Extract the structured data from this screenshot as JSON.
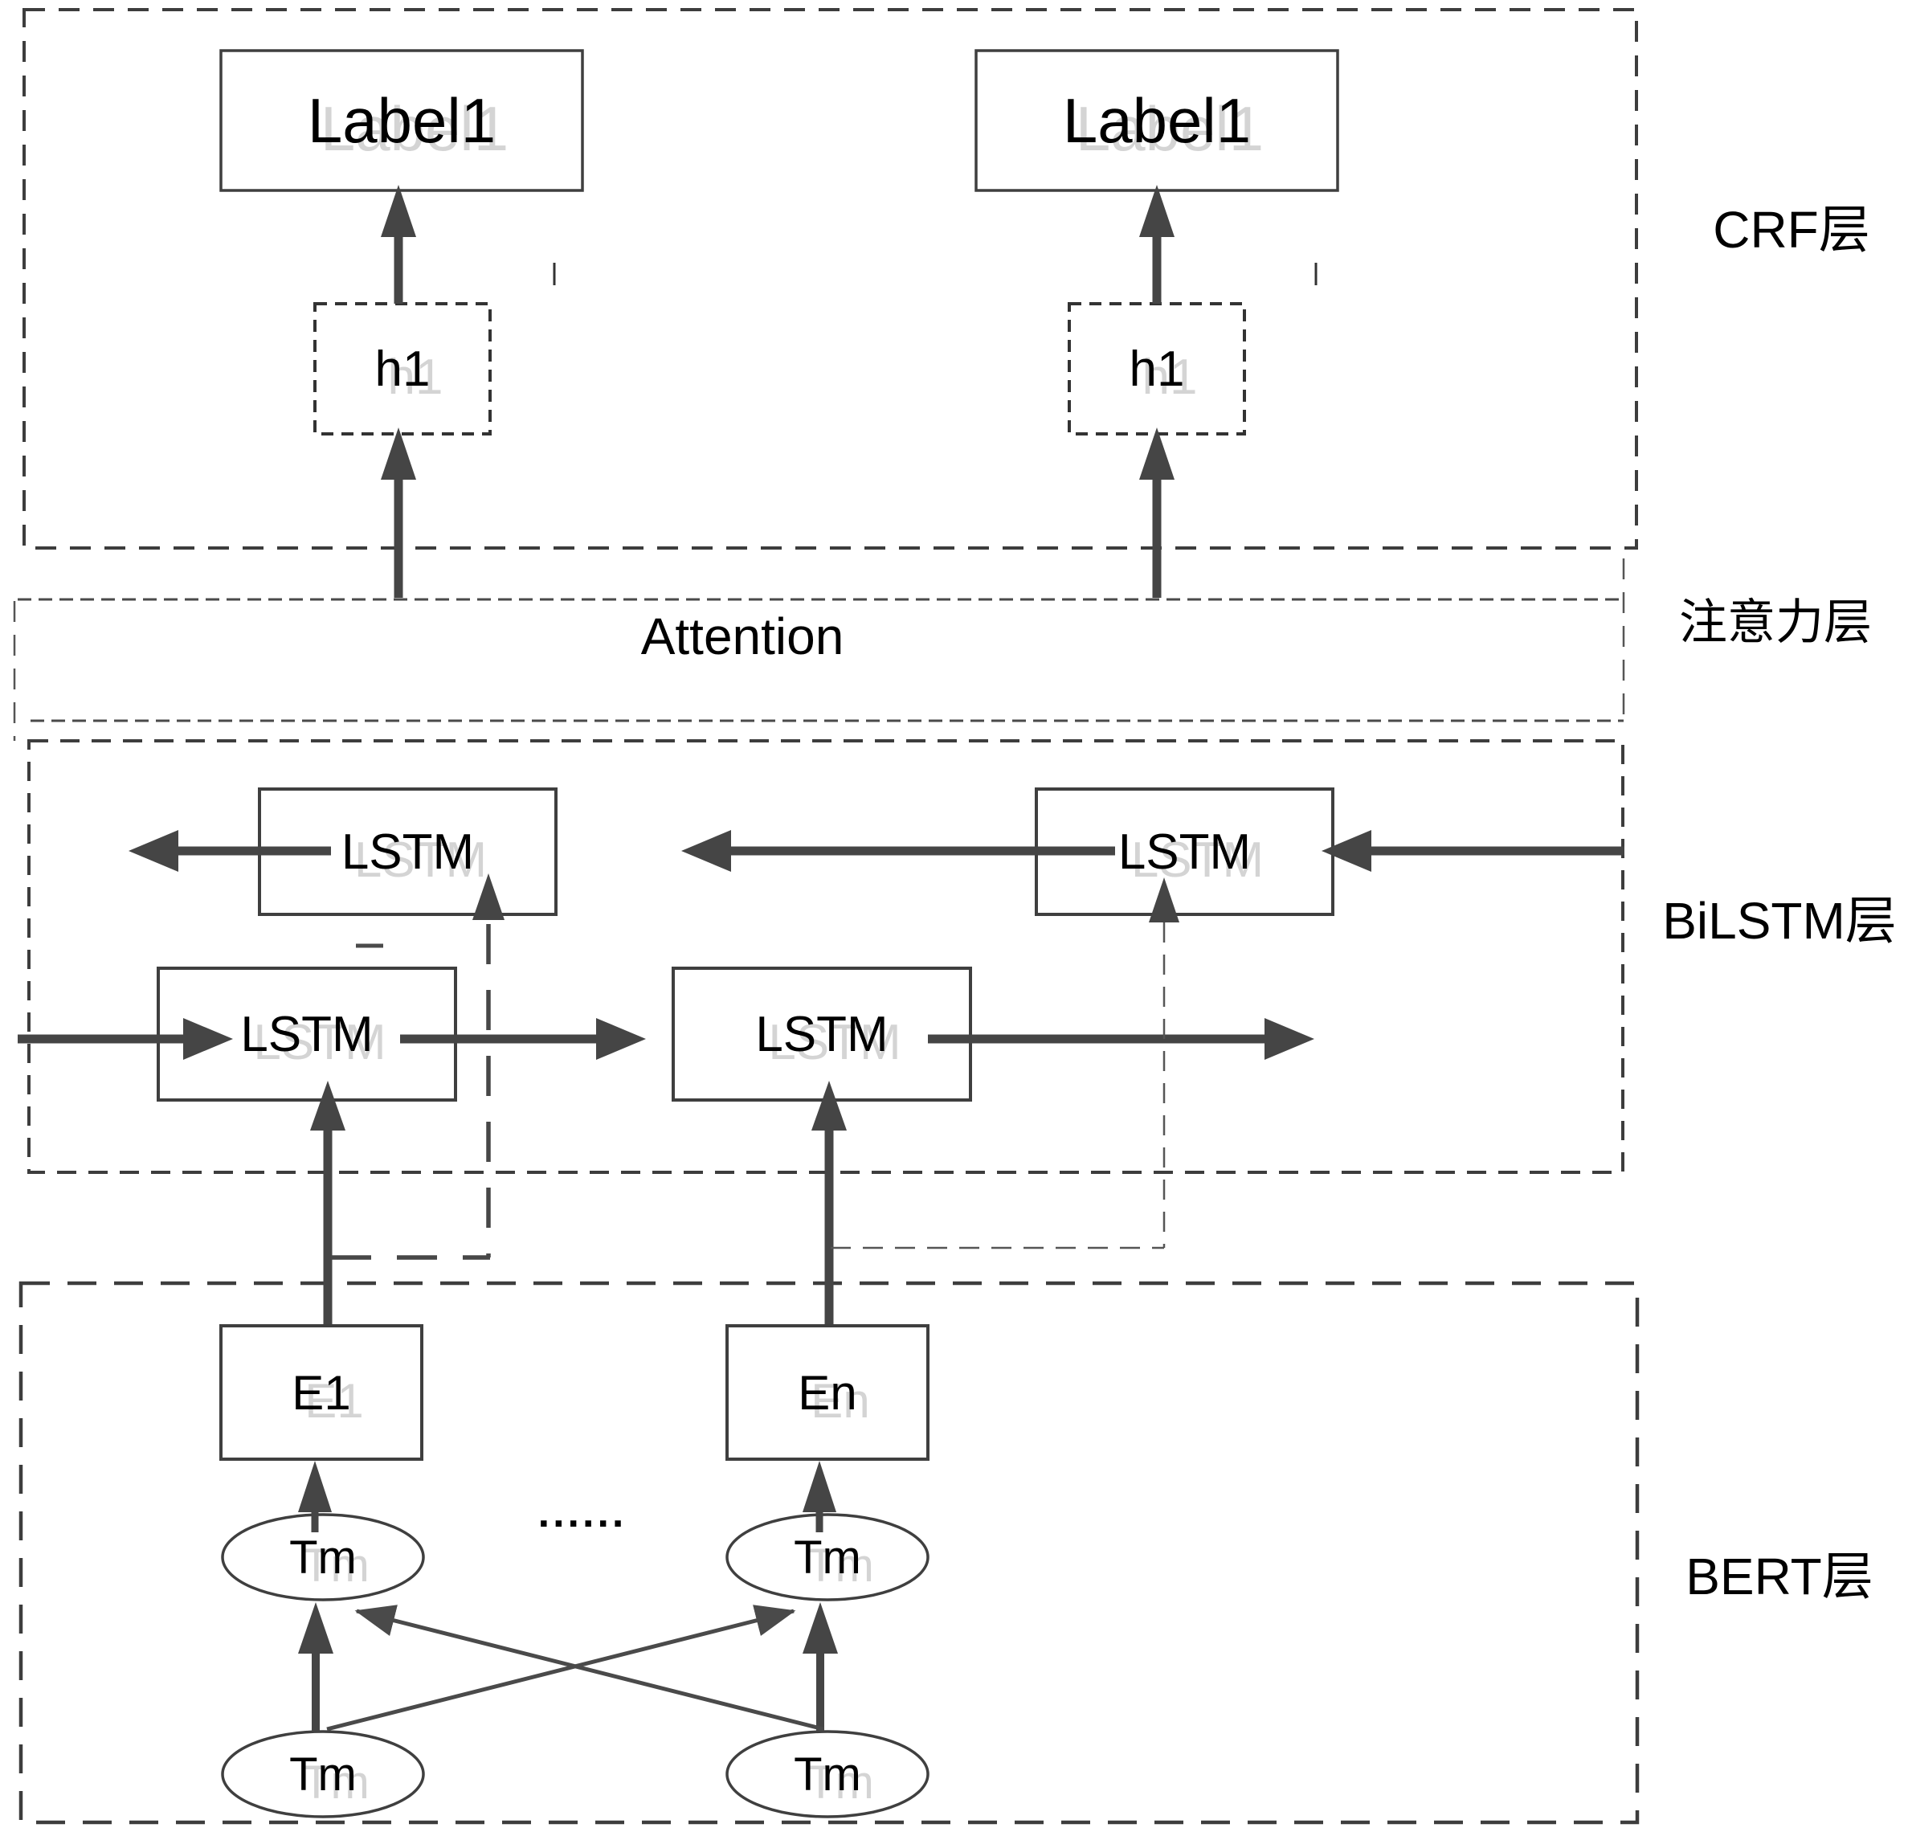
{
  "crf": {
    "layer_label": "CRF层",
    "label_boxes": [
      "Label1",
      "Label1"
    ],
    "hidden_states": [
      "h1",
      "h1"
    ]
  },
  "attention": {
    "layer_label": "注意力层",
    "title": "Attention"
  },
  "bilstm": {
    "layer_label": "BiLSTM层",
    "backward_cells": [
      "LSTM",
      "LSTM"
    ],
    "forward_cells": [
      "LSTM",
      "LSTM"
    ]
  },
  "bert": {
    "layer_label": "BERT层",
    "embeddings": [
      "E1",
      "En"
    ],
    "ellipsis": "......",
    "tokens_upper": [
      "Tm",
      "Tm"
    ],
    "tokens_lower": [
      "Tm",
      "Tm"
    ]
  },
  "colors": {
    "line": "#3d3d3d",
    "arrow": "#454545",
    "text": "#000000",
    "ghost": "#d4d4d4",
    "background": "#ffffff"
  }
}
